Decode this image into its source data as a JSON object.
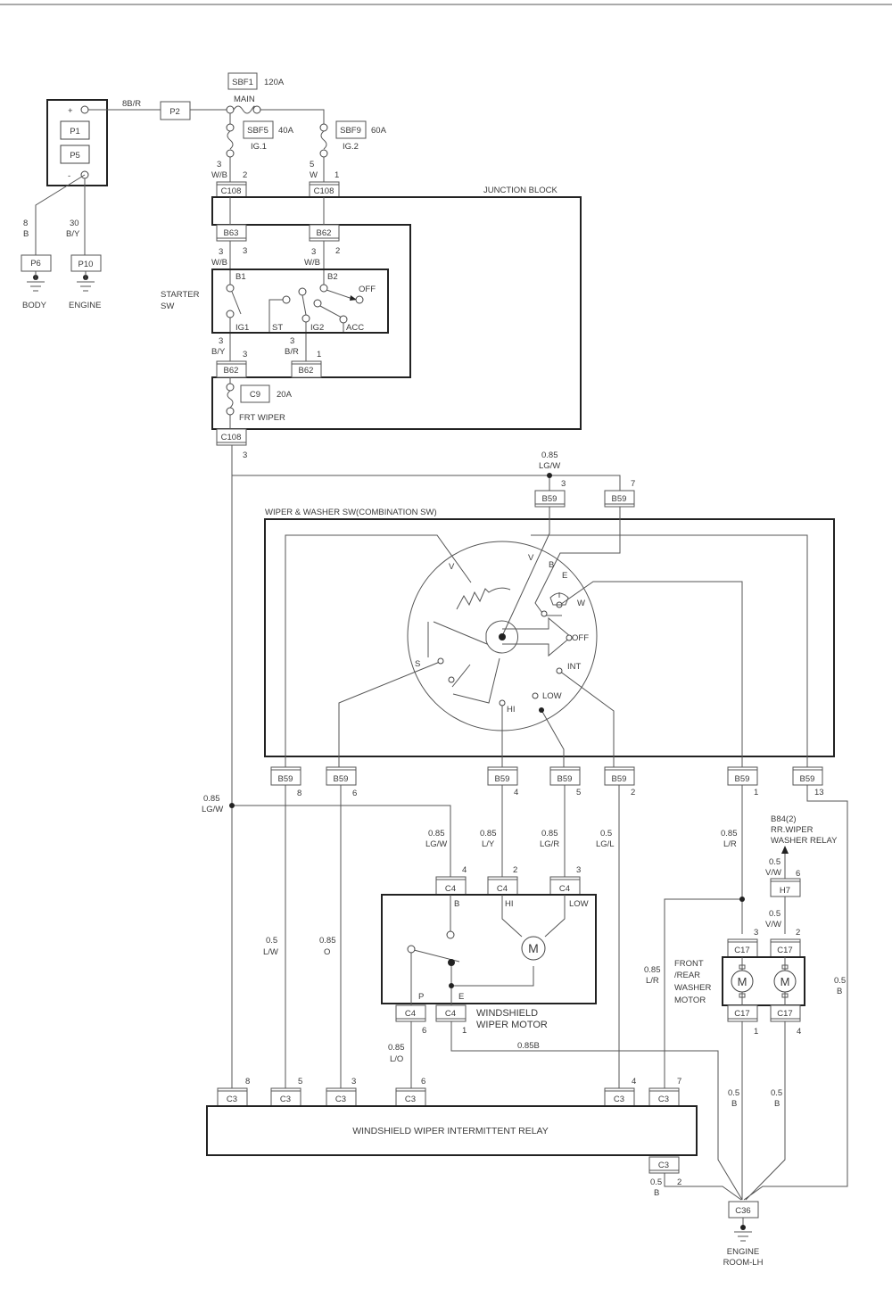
{
  "battery": {
    "plus": "+",
    "minus": "-",
    "p1": "P1",
    "p5": "P5"
  },
  "wires": {
    "bat_main": "8B/R",
    "p2": "P2",
    "body_size": "8",
    "body_color": "B",
    "eng_size": "30",
    "eng_color": "B/Y",
    "ig1_size": "3",
    "ig1_color": "W/B",
    "ig1_pin": "2",
    "ig2_size": "5",
    "ig2_color": "W",
    "ig2_pin": "1",
    "b63_pin": "3",
    "b63_size": "3",
    "b63_color": "W/B",
    "b62_pin": "2",
    "b62_size": "3",
    "b62_color": "W/B",
    "by_size": "3",
    "by_color": "B/Y",
    "by_pin": "3",
    "br_size": "3",
    "br_color": "B/R",
    "br_pin": "1",
    "c108_out_pin": "3",
    "top_size": "0.85",
    "top_color": "LG/W",
    "b59_3": "3",
    "b59_7": "7",
    "pins_b59": [
      "8",
      "6",
      "4",
      "5",
      "2",
      "1",
      "13"
    ],
    "left_size": "0.85",
    "left_color": "LG/W",
    "m_b_size": "0.85",
    "m_b_color": "LG/W",
    "hi_size": "0.85",
    "hi_color": "L/Y",
    "low_size": "0.85",
    "low_color": "LG/R",
    "int_size": "0.5",
    "int_color": "LG/L",
    "w_size": "0.85",
    "w_color": "L/R",
    "lw_size": "0.5",
    "lw_color": "L/W",
    "o_size": "0.85",
    "o_color": "O",
    "lr2_size": "0.85",
    "lr2_color": "L/R",
    "b13_size": "0.5",
    "b13_color": "B",
    "vw1_size": "0.5",
    "vw1_color": "V/W",
    "h7_pin": "6",
    "vw2_size": "0.5",
    "vw2_color": "V/W",
    "c17_pin2": "2",
    "c17_pin3": "3",
    "c17_pin1": "1",
    "c17_pin4": "4",
    "g1_size": "0.5",
    "g1_color": "B",
    "g2_size": "0.5",
    "g2_color": "B",
    "c4_pin4": "4",
    "c4_pin2": "2",
    "c4_pin3": "3",
    "c4_pin6": "6",
    "c4_pin1": "1",
    "lo_size": "0.85",
    "lo_color": "L/O",
    "e_wire": "0.85B",
    "c3_pins": [
      "8",
      "5",
      "3",
      "6",
      "4",
      "7"
    ],
    "c3_bot_pin": "2",
    "c3_bot_size": "0.5",
    "c3_bot_color": "B"
  },
  "fuses": {
    "sbf1": "SBF1",
    "sbf1_a": "120A",
    "main": "MAIN",
    "sbf5": "SBF5",
    "sbf5_a": "40A",
    "ig1": "IG.1",
    "sbf9": "SBF9",
    "sbf9_a": "60A",
    "ig2": "IG.2",
    "c9": "C9",
    "c9_a": "20A",
    "frt": "FRT WIPER"
  },
  "connectors": {
    "c108": "C108",
    "b63": "B63",
    "b62": "B62",
    "b59": "B59",
    "c4": "C4",
    "c3": "C3",
    "c17": "C17",
    "h7": "H7",
    "c36": "C36",
    "p6": "P6",
    "p10": "P10"
  },
  "grounds": {
    "body": "BODY",
    "engine": "ENGINE",
    "room1": "ENGINE",
    "room2": "ROOM-LH"
  },
  "junction_block": "JUNCTION BLOCK",
  "starter": {
    "title1": "STARTER",
    "title2": "SW",
    "b1": "B1",
    "b2": "B2",
    "off": "OFF",
    "ig1": "IG1",
    "st": "ST",
    "ig2": "IG2",
    "acc": "ACC"
  },
  "combo": {
    "title": "WIPER & WASHER SW(COMBINATION SW)",
    "v1": "V",
    "v2": "V",
    "b": "B",
    "e": "E",
    "w": "W",
    "off": "OFF",
    "int": "INT",
    "low": "LOW",
    "hi": "HI",
    "s": "S"
  },
  "wiper_motor": {
    "b": "B",
    "hi": "HI",
    "low": "LOW",
    "p": "P",
    "e": "E",
    "m": "M",
    "label1": "WINDSHIELD",
    "label2": "WIPER MOTOR"
  },
  "washer": {
    "l1": "FRONT",
    "l2": "/REAR",
    "l3": "WASHER",
    "l4": "MOTOR",
    "m": "M"
  },
  "rr_relay": {
    "l1": "B84(2)",
    "l2": "RR.WIPER",
    "l3": "WASHER RELAY"
  },
  "relay": "WINDSHIELD WIPER INTERMITTENT RELAY"
}
